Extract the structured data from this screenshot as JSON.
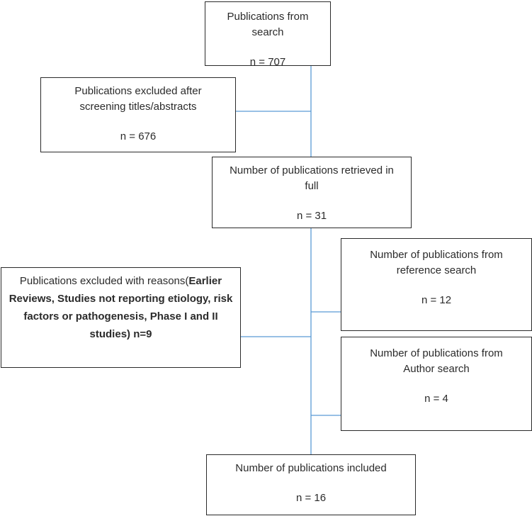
{
  "boxes": {
    "search": {
      "title": "Publications from search",
      "n": "n = 707"
    },
    "excluded_screening": {
      "title": "Publications excluded after screening titles/abstracts",
      "n": "n = 676"
    },
    "retrieved": {
      "title": "Number of publications retrieved in full",
      "n": "n = 31"
    },
    "excluded_reasons": {
      "prefix": "Publications excluded with reasons(",
      "reasons": "Earlier Reviews, Studies not reporting etiology, risk factors  or pathogenesis, Phase I and II studies) n=9"
    },
    "reference": {
      "title": "Number of publications from reference search",
      "n": "n = 12"
    },
    "author": {
      "title": "Number of publications from Author search",
      "n": "n = 4"
    },
    "included": {
      "title": "Number of publications included",
      "n": "n = 16"
    }
  },
  "colors": {
    "connector": "#5b9bd5",
    "border": "#2a2a2a"
  }
}
